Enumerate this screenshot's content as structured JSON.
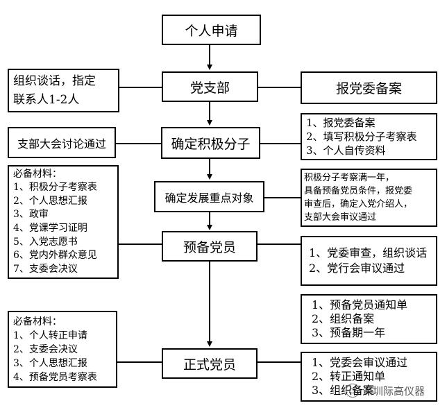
{
  "flow": {
    "apply": "个人申请",
    "branch": "党支部",
    "activist": "确定积极分子",
    "target": "确定发展重点对象",
    "probationary": "预备党员",
    "full": "正式党员"
  },
  "left_notes": {
    "talk": [
      "组织谈话，指定",
      "联系人1-2人"
    ],
    "meeting": "支部大会讨论通过",
    "materials_probationary": [
      "必备材料：",
      "1、积极分子考察表",
      "2、个人思想汇报",
      "3、政审",
      "4、党课学习证明",
      "5、入党志愿书",
      "6、党内外群众意见",
      "7、支委会决议"
    ],
    "materials_full": [
      "必备材料：",
      "1、个人转正申请",
      "2、支委会决议",
      "3、个人思想汇报",
      "4、预备党员考察表"
    ]
  },
  "right_notes": {
    "report": "报党委备案",
    "activist_steps": [
      "1、报党委备案",
      "2、填写积极分子考察表",
      "3、个人自传资料"
    ],
    "target_steps": [
      "积极分子考察满一年，",
      "具备预备党员条件，报党委",
      "审查后，确定入党介绍人，",
      "支部大会审议通过"
    ],
    "probationary_steps": [
      "1、党委审查，组织谈话",
      "2、党行会审议通过"
    ],
    "probationary_docs": [
      "1、预备党员通知单",
      "2、组织备案",
      "3、预备期一年"
    ],
    "full_steps": [
      "1、党委会审议通过",
      "2、转正通知单",
      "3、组织备案"
    ]
  },
  "watermark": "深圳际高仪器"
}
